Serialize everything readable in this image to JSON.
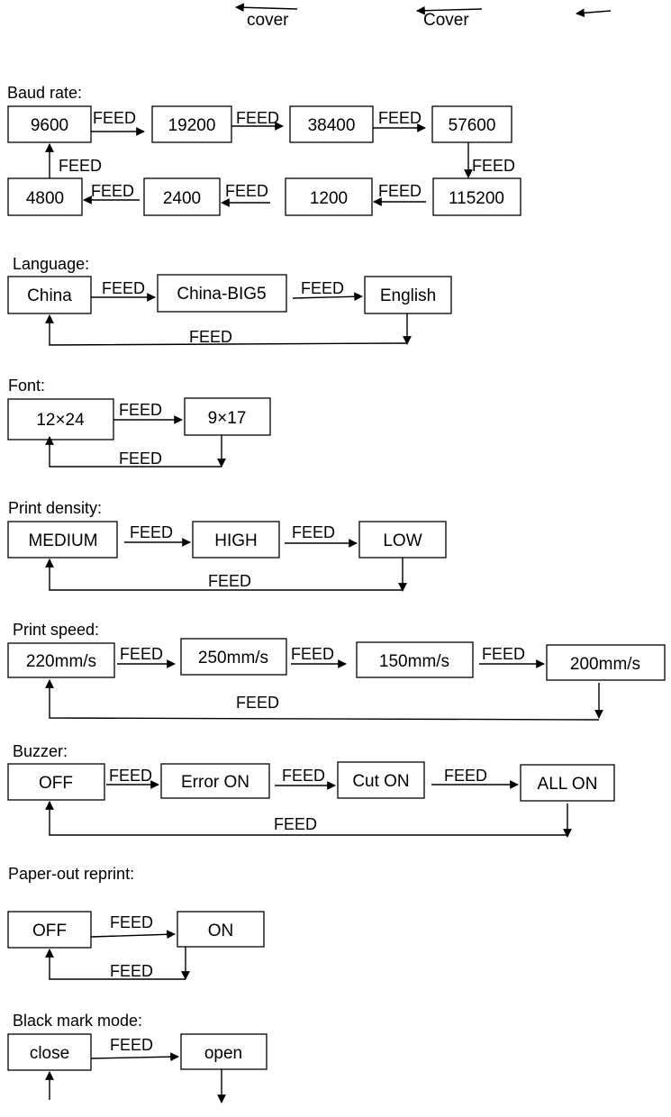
{
  "top_labels": [
    "cover",
    "Cover"
  ],
  "edge_label": "FEED",
  "sections": {
    "baud_rate": {
      "title": "Baud rate:",
      "nodes": [
        "9600",
        "19200",
        "38400",
        "57600",
        "115200",
        "1200",
        "2400",
        "4800"
      ]
    },
    "language": {
      "title": "Language:",
      "nodes": [
        "China",
        "China-BIG5",
        "English"
      ]
    },
    "font": {
      "title": "Font:",
      "nodes": [
        "12×24",
        "9×17"
      ]
    },
    "print_density": {
      "title": "Print density:",
      "nodes": [
        "MEDIUM",
        "HIGH",
        "LOW"
      ]
    },
    "print_speed": {
      "title": "Print speed:",
      "nodes": [
        "220mm/s",
        "250mm/s",
        "150mm/s",
        "200mm/s"
      ]
    },
    "buzzer": {
      "title": "Buzzer:",
      "nodes": [
        "OFF",
        "Error ON",
        "Cut ON",
        "ALL ON"
      ]
    },
    "paper_out_reprint": {
      "title": "Paper-out reprint:",
      "nodes": [
        "OFF",
        "ON"
      ]
    },
    "black_mark_mode": {
      "title": "Black mark mode:",
      "nodes": [
        "close",
        "open"
      ]
    }
  }
}
